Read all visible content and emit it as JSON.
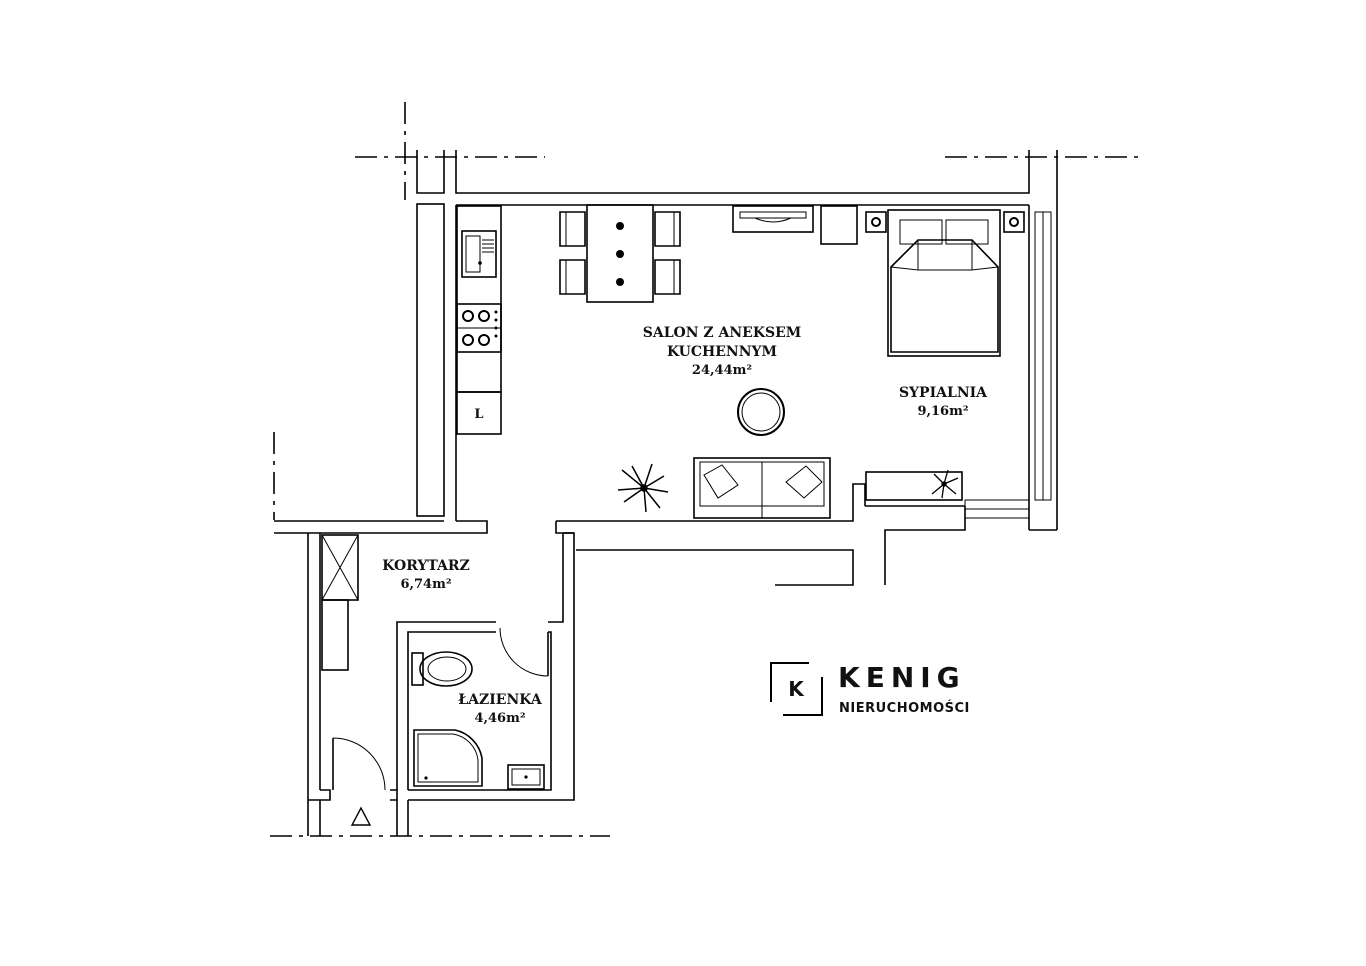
{
  "rooms": {
    "salon": {
      "name_line1": "SALON Z ANEKSEM",
      "name_line2": "KUCHENNYM",
      "area": "24,44m²"
    },
    "sypialnia": {
      "name": "SYPIALNIA",
      "area": "9,16m²"
    },
    "korytarz": {
      "name": "KORYTARZ",
      "area": "6,74m²"
    },
    "lazienka": {
      "name": "ŁAZIENKA",
      "area": "4,46m²"
    }
  },
  "fridge_label": "L",
  "brand": {
    "letter": "K",
    "name": "KENIG",
    "tagline": "NIERUCHOMOŚCI"
  }
}
